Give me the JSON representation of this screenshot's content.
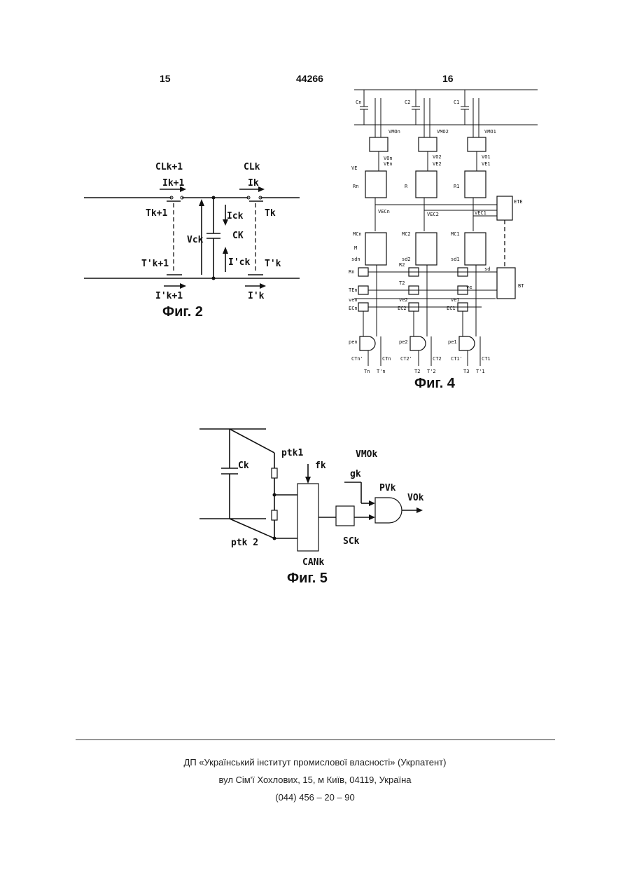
{
  "header": {
    "page_left": "15",
    "doc_number": "44266",
    "page_right": "16"
  },
  "fig2": {
    "caption": "Фиг. 2",
    "labels": {
      "clk1": "CLk+1",
      "clk": "CLk",
      "ik1": "Ik+1",
      "ik": "Ik",
      "tk1": "Tk+1",
      "tk": "Tk",
      "ick": "Ick",
      "ck": "CK",
      "vck": "Vck",
      "ipck": "I'ck",
      "tpk1": "T'k+1",
      "tpk": "T'k",
      "ipk1": "I'k+1",
      "ipk": "I'k"
    }
  },
  "fig4": {
    "caption": "Фиг. 4",
    "labels": {
      "cn": "Cn",
      "c2": "C2",
      "c1": "C1",
      "vmon": "VMOn",
      "vmo2": "VMO2",
      "vmo1": "VMO1",
      "von": "VOn",
      "vo2": "VO2",
      "vo1": "VO1",
      "ven": "VEn",
      "ve2": "VE2",
      "ve1": "VE1",
      "ve": "VE",
      "r": "R",
      "rn": "Rn",
      "r1": "R1",
      "vecn": "VECn",
      "vec2": "VEC2",
      "vec1": "VEC1",
      "ete": "ETE",
      "mcn": "MCn",
      "mc2": "MC2",
      "mc1": "MC1",
      "m": "M",
      "sdn": "sdn",
      "sd2": "sd2",
      "sd1": "sd1",
      "sd": "sd",
      "rn2": "Rn",
      "r2": "R2",
      "bt": "BT",
      "ten": "TEn",
      "t2": "T2",
      "ven2": "ven",
      "ve2s": "ve2",
      "ve1s": "ve1",
      "ves": "ve",
      "ecn": "ECn",
      "ec2": "EC2",
      "ec1": "EC1",
      "pen": "pen",
      "pe2": "pe2",
      "pe1": "pe1",
      "ctnp": "CTn'",
      "ctn": "CTn",
      "ct2p": "CT2'",
      "ct2": "CT2",
      "ct1p": "CT1'",
      "ct1": "CT1",
      "tn": "Tn",
      "tpn": "T'n",
      "t2b": "T2",
      "tp2": "T'2",
      "t3": "T3",
      "tp1": "T'1"
    }
  },
  "fig5": {
    "caption": "Фиг. 5",
    "labels": {
      "ck": "Ck",
      "ptk1": "ptk1",
      "ptk2": "ptk 2",
      "fk": "fk",
      "vmok": "VMOk",
      "gk": "gk",
      "pvk": "PVk",
      "vok": "VOk",
      "sck": "SCk",
      "cank": "CANk"
    }
  },
  "footer": {
    "line1": "ДП «Український інститут промислової власності» (Укрпатент)",
    "line2": "вул  Сім'ї Хохлових, 15, м  Київ, 04119, Україна",
    "line3": "(044) 456 – 20 – 90"
  }
}
